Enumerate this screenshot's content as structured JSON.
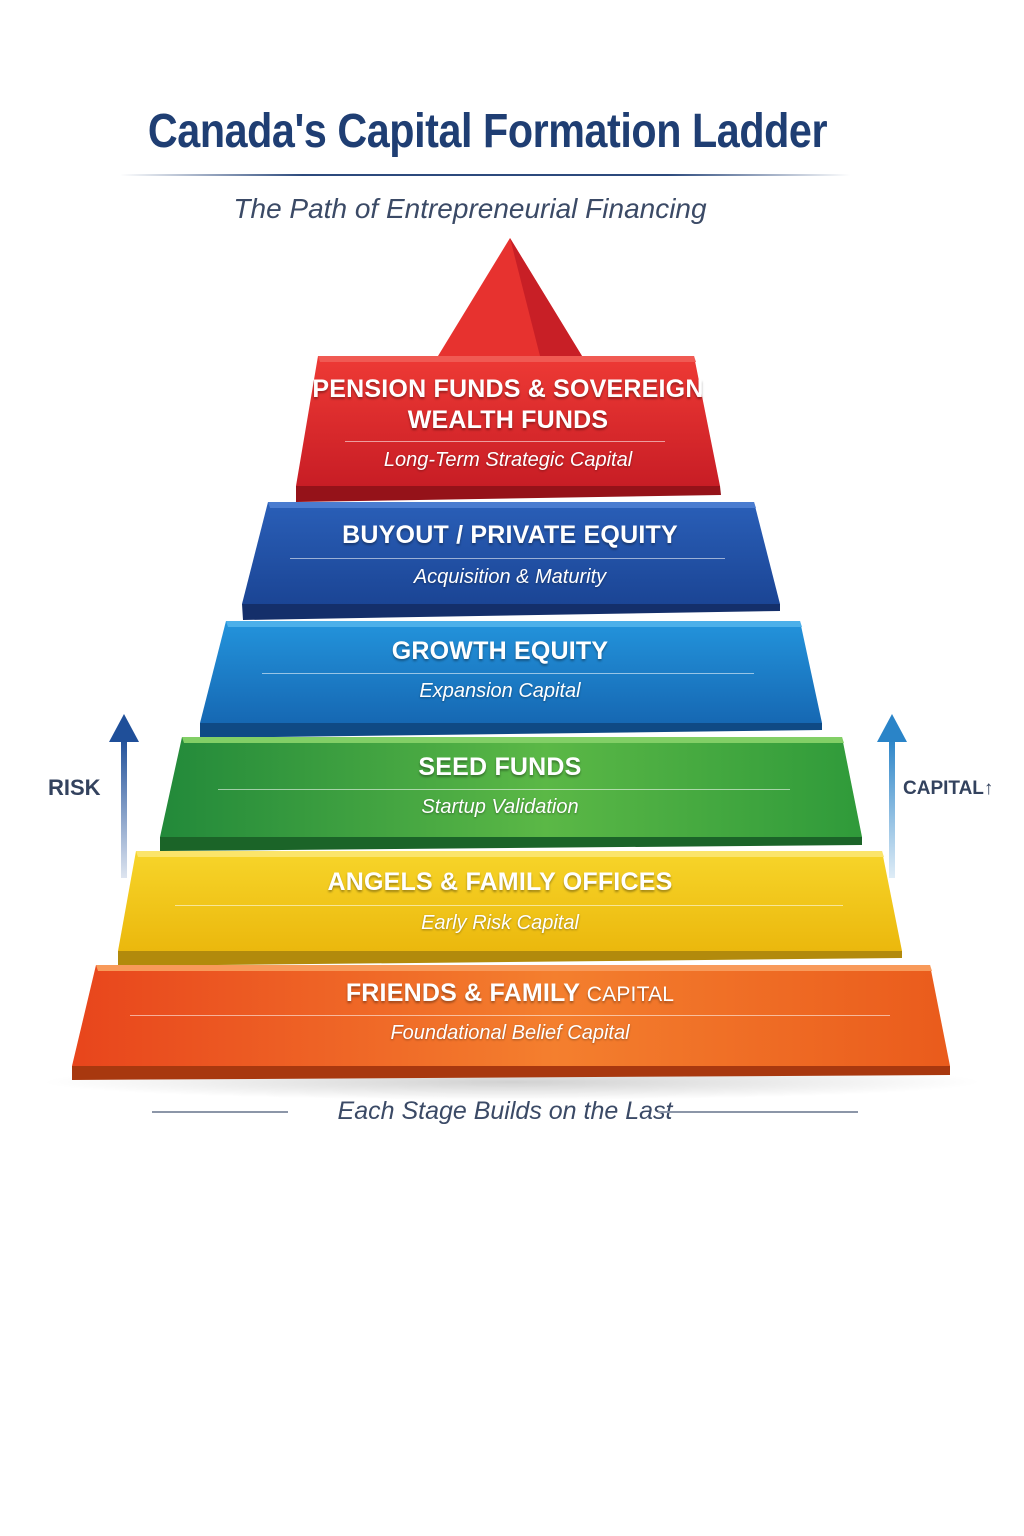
{
  "title": "Canada's Capital Formation Ladder",
  "subtitle": "The Path of Entrepreneurial Financing",
  "tiers": [
    {
      "title": "PENSION FUNDS & SOVEREIGN WEALTH FUNDS",
      "title_line1": "PENSION FUNDS & SOVEREIGN",
      "title_line2": "WEALTH FUNDS",
      "subtitle": "Long-Term Strategic Capital",
      "color": "#d8262c"
    },
    {
      "title": "BUYOUT / PRIVATE EQUITY",
      "subtitle": "Acquisition & Maturity",
      "color": "#1f4fa6"
    },
    {
      "title": "GROWTH EQUITY",
      "subtitle": "Expansion Capital",
      "color": "#1a79c8"
    },
    {
      "title": "SEED FUNDS",
      "subtitle": "Startup Validation",
      "color": "#2f9a3a"
    },
    {
      "title": "ANGELS & FAMILY OFFICES",
      "subtitle": "Early Risk Capital",
      "color": "#f1c414"
    },
    {
      "title": "FRIENDS & FAMILY CAPITAL",
      "title_main": "FRIENDS & FAMILY",
      "title_small": "CAPITAL",
      "subtitle": "Foundational Belief Capital",
      "color": "#ef5a1d"
    }
  ],
  "left_label": "RISK",
  "right_label": "CAPITAL",
  "footer": "Each Stage Builds on the Last"
}
